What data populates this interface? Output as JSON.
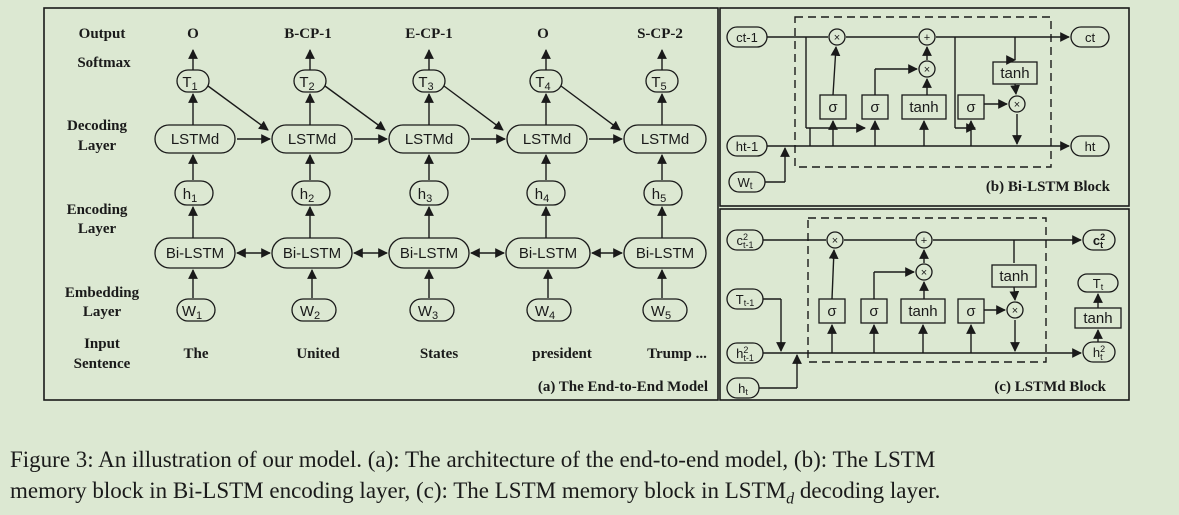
{
  "panel_a": {
    "row_labels": {
      "output": "Output",
      "softmax": "Softmax",
      "decoding_1": "Decoding",
      "decoding_2": "Layer",
      "encoding_1": "Encoding",
      "encoding_2": "Layer",
      "embedding_1": "Embedding",
      "embedding_2": "Layer",
      "input_1": "Input",
      "input_2": "Sentence"
    },
    "columns": [
      {
        "output": "O",
        "t": "T",
        "t_sub": "1",
        "decoder": "LSTMd",
        "h": "h",
        "h_sub": "1",
        "encoder": "Bi-LSTM",
        "w": "W",
        "w_sub": "1",
        "word": "The"
      },
      {
        "output": "B-CP-1",
        "t": "T",
        "t_sub": "2",
        "decoder": "LSTMd",
        "h": "h",
        "h_sub": "2",
        "encoder": "Bi-LSTM",
        "w": "W",
        "w_sub": "2",
        "word": "United"
      },
      {
        "output": "E-CP-1",
        "t": "T",
        "t_sub": "3",
        "decoder": "LSTMd",
        "h": "h",
        "h_sub": "3",
        "encoder": "Bi-LSTM",
        "w": "W",
        "w_sub": "3",
        "word": "States"
      },
      {
        "output": "O",
        "t": "T",
        "t_sub": "4",
        "decoder": "LSTMd",
        "h": "h",
        "h_sub": "4",
        "encoder": "Bi-LSTM",
        "w": "W",
        "w_sub": "4",
        "word": "president"
      },
      {
        "output": "S-CP-2",
        "t": "T",
        "t_sub": "5",
        "decoder": "LSTMd",
        "h": "h",
        "h_sub": "5",
        "encoder": "Bi-LSTM",
        "w": "W",
        "w_sub": "5",
        "word": "Trump ..."
      }
    ],
    "title": "(a) The End-to-End Model"
  },
  "panel_b": {
    "c_prev": "ct-1",
    "c_out": "ct",
    "h_prev": "ht-1",
    "h_out": "ht",
    "w_in": "W",
    "w_in_sub": "t",
    "sigma": "σ",
    "tanh": "tanh",
    "mult": "×",
    "plus": "+",
    "title": "(b) Bi-LSTM Block"
  },
  "panel_c": {
    "c_prev": "c",
    "c_prev_sup": "2",
    "c_prev_sub": "t-1",
    "c_out": "c",
    "c_out_sup": "2",
    "c_out_sub": "t",
    "t_prev": "T",
    "t_prev_sub": "t-1",
    "t_out": "T",
    "t_out_sub": "t",
    "h_prev": "h",
    "h_prev_sup": "2",
    "h_prev_sub": "t-1",
    "h_out": "h",
    "h_out_sup": "2",
    "h_out_sub": "t",
    "h_in": "h",
    "h_in_sub": "t",
    "sigma": "σ",
    "tanh": "tanh",
    "mult": "×",
    "plus": "+",
    "title": "(c) LSTMd Block"
  },
  "caption": {
    "line1": "Figure 3:   An illustration of our model. (a): The architecture of the end-to-end model, (b): The LSTM",
    "line2_a": "memory block in Bi-LSTM encoding layer, (c): The LSTM memory block in LSTM",
    "line2_sub": "d",
    "line2_b": " decoding layer."
  }
}
